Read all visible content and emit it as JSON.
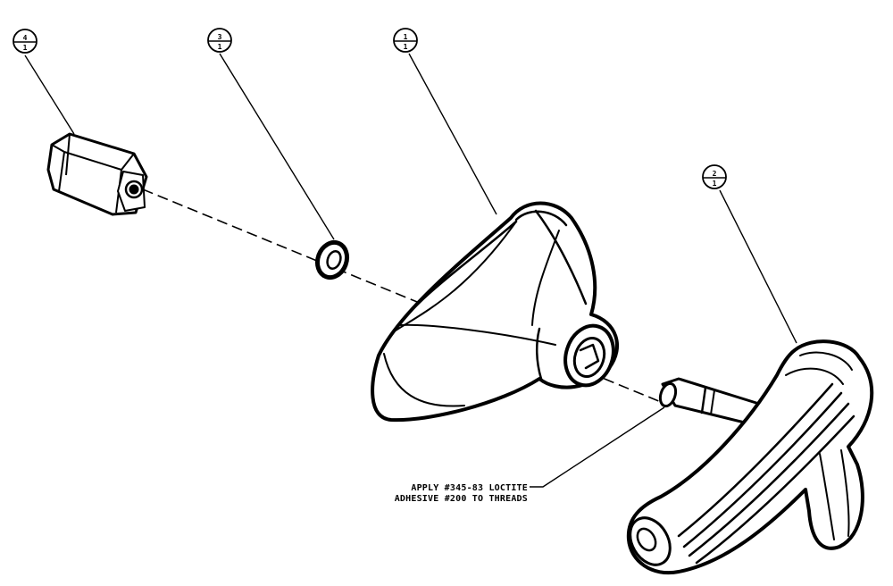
{
  "balloons": [
    {
      "id": "balloon-4",
      "item": "4",
      "qty": "1"
    },
    {
      "id": "balloon-3",
      "item": "3",
      "qty": "1"
    },
    {
      "id": "balloon-1",
      "item": "1",
      "qty": "1"
    },
    {
      "id": "balloon-2",
      "item": "2",
      "qty": "1"
    }
  ],
  "note": {
    "line1": "APPLY #345-83 LOCTITE",
    "line2": "ADHESIVE #200 TO THREADS"
  },
  "colors": {
    "ink": "#000000",
    "paper": "#ffffff"
  }
}
